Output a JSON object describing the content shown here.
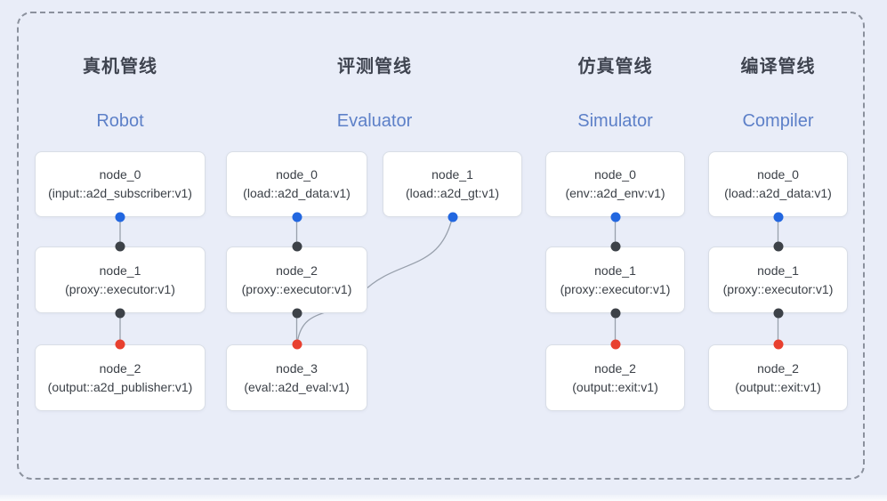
{
  "diagram": {
    "pipelines": [
      {
        "title_zh": "真机管线",
        "title_en": "Robot",
        "nodes": [
          {
            "name": "node_0",
            "type": "(input::a2d_subscriber:v1)"
          },
          {
            "name": "node_1",
            "type": "(proxy::executor:v1)"
          },
          {
            "name": "node_2",
            "type": "(output::a2d_publisher:v1)"
          }
        ],
        "connections": [
          "node_0 → node_1",
          "node_1 → node_2"
        ]
      },
      {
        "title_zh": "评测管线",
        "title_en": "Evaluator",
        "nodes": [
          {
            "name": "node_0",
            "type": "(load::a2d_data:v1)"
          },
          {
            "name": "node_1",
            "type": "(load::a2d_gt:v1)"
          },
          {
            "name": "node_2",
            "type": "(proxy::executor:v1)"
          },
          {
            "name": "node_3",
            "type": "(eval::a2d_eval:v1)"
          }
        ],
        "connections": [
          "node_0 → node_2",
          "node_2 → node_3",
          "node_1 → node_3"
        ]
      },
      {
        "title_zh": "仿真管线",
        "title_en": "Simulator",
        "nodes": [
          {
            "name": "node_0",
            "type": "(env::a2d_env:v1)"
          },
          {
            "name": "node_1",
            "type": "(proxy::executor:v1)"
          },
          {
            "name": "node_2",
            "type": "(output::exit:v1)"
          }
        ],
        "connections": [
          "node_0 → node_1",
          "node_1 → node_2"
        ]
      },
      {
        "title_zh": "编译管线",
        "title_en": "Compiler",
        "nodes": [
          {
            "name": "node_0",
            "type": "(load::a2d_data:v1)"
          },
          {
            "name": "node_1",
            "type": "(proxy::executor:v1)"
          },
          {
            "name": "node_2",
            "type": "(output::exit:v1)"
          }
        ],
        "connections": [
          "node_0 → node_1",
          "node_1 → node_2"
        ]
      }
    ],
    "port_legend": {
      "blue_dot": "output port",
      "dark_dot": "input port",
      "red_dot": "terminal input port"
    },
    "colors": {
      "background": "#e9edf8",
      "frame_dash": "#8b919d",
      "node_bg": "#ffffff",
      "node_border": "#d9dee6",
      "node_text": "#3b4047",
      "title_zh": "#3f4450",
      "title_en": "#5d80c8",
      "dot_blue": "#2267e0",
      "dot_dark": "#3d4248",
      "dot_red": "#e8402f",
      "edge_line": "#98a0ac"
    }
  }
}
